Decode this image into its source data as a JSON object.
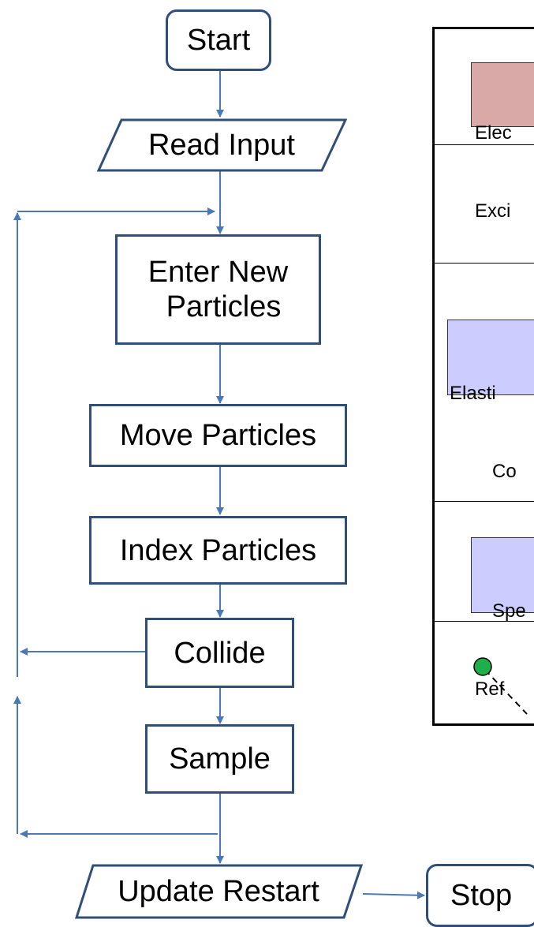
{
  "flowchart": {
    "start": "Start",
    "read_input": "Read Input",
    "enter_new": [
      "Enter New",
      "Particles"
    ],
    "move": "Move Particles",
    "index": "Index Particles",
    "collide": "Collide",
    "sample": "Sample",
    "update_restart": "Update Restart",
    "stop": "Stop"
  },
  "panel": {
    "tag_electron": [
      "Elec",
      "Exci"
    ],
    "tag_elastic": [
      "Elasti",
      "Co"
    ],
    "tag_specular": [
      "Spe",
      "Ref"
    ]
  },
  "colors": {
    "flow_stroke": "#2f4f7a",
    "arrow": "#4a78b8",
    "tag_red": "#d8a9a7",
    "tag_blue": "#ccccff",
    "particle_green": "#1db04a"
  }
}
